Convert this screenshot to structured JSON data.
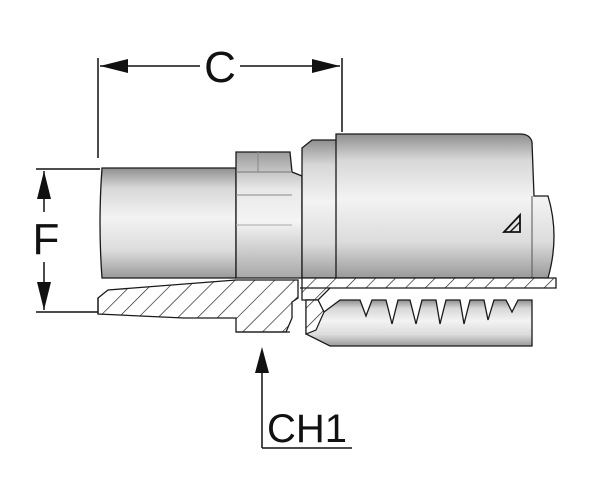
{
  "labels": {
    "dim_c": "C",
    "dim_f": "F",
    "dim_ch1": "CH1"
  },
  "icons": {
    "logo": "triangle-logo-icon"
  },
  "colors": {
    "metal_light": "#f2f2f2",
    "metal_mid": "#c9c9c9",
    "metal_dark": "#8a8a8a",
    "line": "#1a1a1a",
    "background": "#ffffff"
  }
}
